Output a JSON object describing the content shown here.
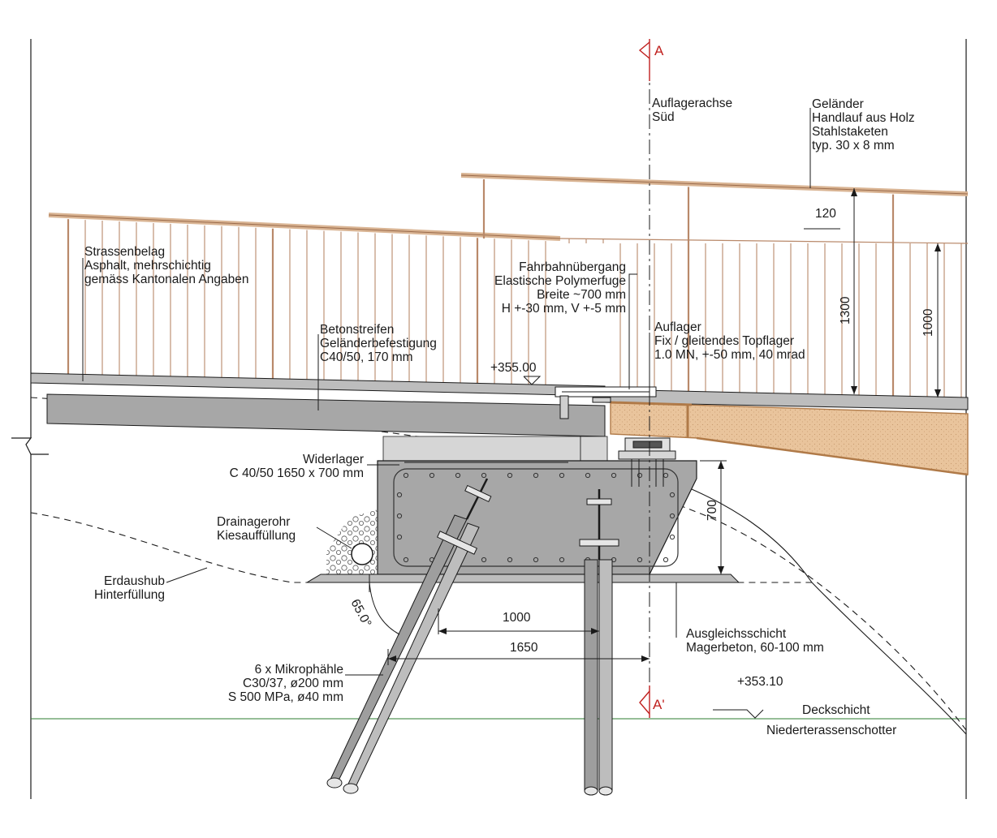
{
  "section_marks": {
    "top": "A",
    "bottom": "A'"
  },
  "colors": {
    "line": "#1a1a1a",
    "concrete": "#a7a7a7",
    "concrete_light": "#d6d6d6",
    "railing": "#b9896a",
    "timber": "#e8c09a",
    "timber_edge": "#b07a48",
    "section_red": "#c0201e",
    "ground": "#2e7d32"
  },
  "labels": {
    "auflagerachse": [
      "Auflagerachse",
      "Süd"
    ],
    "gelaender": [
      "Geländer",
      "Handlauf aus Holz",
      "Stahlstaketen",
      "typ. 30 x 8 mm"
    ],
    "strassenbelag": [
      "Strassenbelag",
      "Asphalt, mehrschichtig",
      "gemäss Kantonalen Angaben"
    ],
    "fahrbahnuebergang": [
      "Fahrbahnübergang",
      "Elastische Polymerfuge",
      "Breite ~700 mm",
      "H +-30 mm, V +-5 mm"
    ],
    "betonstreifen": [
      "Betonstreifen",
      "Geländerbefestigung",
      "C40/50, 170 mm"
    ],
    "auflager": [
      "Auflager",
      "Fix / gleitendes Topflager",
      "1.0 MN, +-50 mm, 40 mrad"
    ],
    "widerlager": [
      "Widerlager",
      "C 40/50 1650 x 700 mm"
    ],
    "drainage": [
      "Drainagerohr",
      "Kiesauffüllung"
    ],
    "erdaushub": [
      "Erdaushub",
      "Hinterfüllung"
    ],
    "mikropfaehle": [
      "6 x Mikrophähle",
      "C30/37, ø200 mm",
      "S 500 MPa, ø40 mm"
    ],
    "ausgleich": [
      "Ausgleichsschicht",
      "Magerbeton, 60-100 mm"
    ],
    "deckschicht": "Deckschicht",
    "niederterasse": "Niederterassenschotter"
  },
  "dimensions": {
    "spacing_120": "120",
    "height_1300": "1300",
    "height_1000": "1000",
    "height_700": "700",
    "width_1000": "1000",
    "width_1650": "1650",
    "angle": "65.0°"
  },
  "levels": {
    "deck": "+355.00",
    "ground": "+353.10"
  }
}
